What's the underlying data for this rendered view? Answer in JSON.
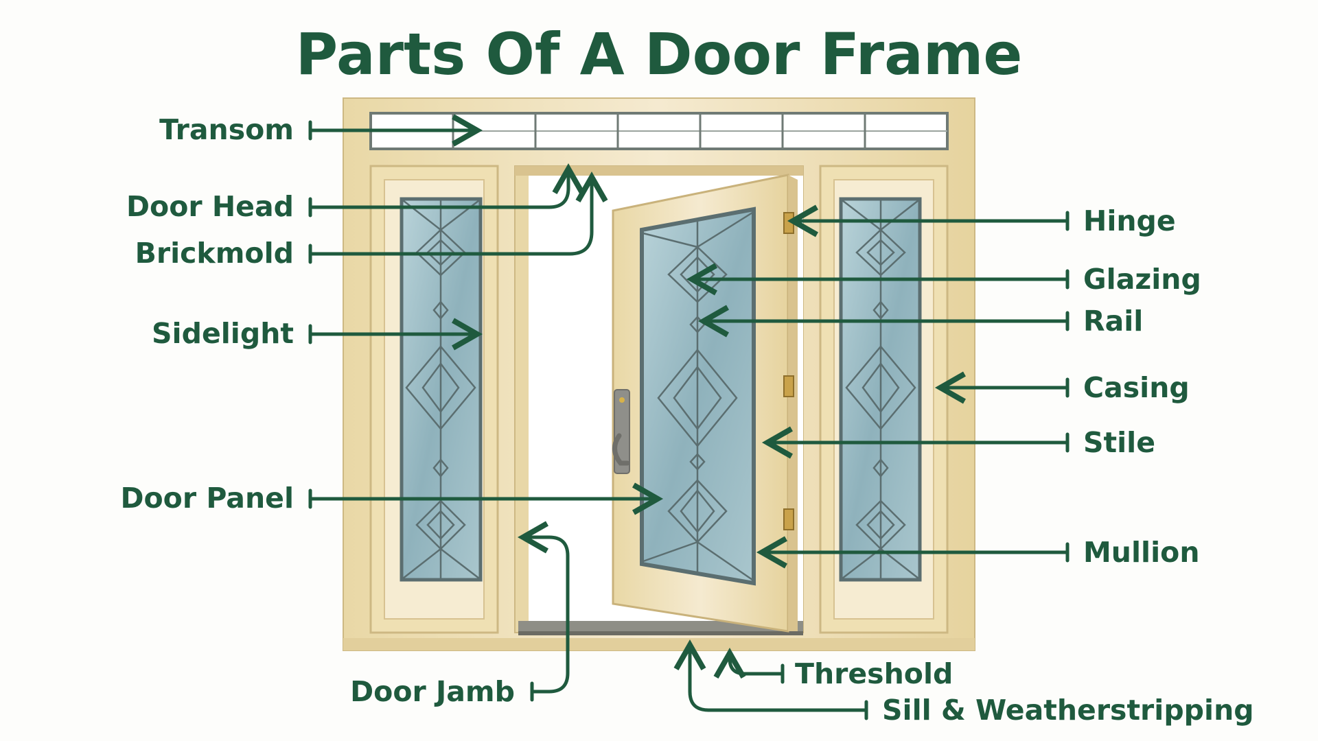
{
  "title": "Parts Of A Door Frame",
  "colors": {
    "text": "#1f5a3e",
    "leader": "#1f5a3e",
    "wood": "#f0e2b8",
    "wood_dark": "#d9c38f",
    "glass": "#9fbfc8",
    "came": "#5b6e70",
    "background": "#fdfdfb"
  },
  "labels": {
    "transom": "Transom",
    "door_head": "Door Head",
    "brickmold": "Brickmold",
    "sidelight": "Sidelight",
    "door_panel": "Door Panel",
    "door_jamb": "Door Jamb",
    "hinge": "Hinge",
    "glazing": "Glazing",
    "rail": "Rail",
    "casing": "Casing",
    "stile": "Stile",
    "mullion": "Mullion",
    "threshold": "Threshold",
    "sill": "Sill & Weatherstripping"
  }
}
